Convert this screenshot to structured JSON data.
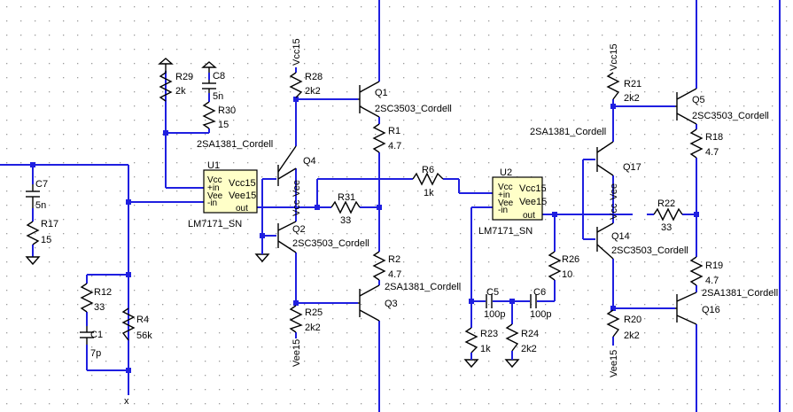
{
  "components": {
    "R29": {
      "ref": "R29",
      "value": "2k"
    },
    "C8": {
      "ref": "C8",
      "value": "5n"
    },
    "R30": {
      "ref": "R30",
      "value": "15"
    },
    "R28": {
      "ref": "R28",
      "value": "2k2"
    },
    "R1": {
      "ref": "R1",
      "value": "4.7"
    },
    "R6": {
      "ref": "R6",
      "value": "1k"
    },
    "R31": {
      "ref": "R31",
      "value": "33"
    },
    "R2": {
      "ref": "R2",
      "value": "4.7"
    },
    "R25": {
      "ref": "R25",
      "value": "2k2"
    },
    "C7": {
      "ref": "C7",
      "value": "5n"
    },
    "R17": {
      "ref": "R17",
      "value": "15"
    },
    "R12": {
      "ref": "R12",
      "value": "33"
    },
    "C1": {
      "ref": "C1",
      "value": "7p"
    },
    "R4": {
      "ref": "R4",
      "value": "56k"
    },
    "R26": {
      "ref": "R26",
      "value": "10"
    },
    "C5": {
      "ref": "C5",
      "value": "100p"
    },
    "C6": {
      "ref": "C6",
      "value": "100p"
    },
    "R23": {
      "ref": "R23",
      "value": "1k"
    },
    "R24": {
      "ref": "R24",
      "value": "2k2"
    },
    "R21": {
      "ref": "R21",
      "value": "2k2"
    },
    "R18": {
      "ref": "R18",
      "value": "4.7"
    },
    "R22": {
      "ref": "R22",
      "value": "33"
    },
    "R19": {
      "ref": "R19",
      "value": "4.7"
    },
    "R20": {
      "ref": "R20",
      "value": "2k2"
    },
    "Q1": {
      "ref": "Q1",
      "model": "2SC3503_Cordell"
    },
    "Q4": {
      "ref": "Q4",
      "model": "2SA1381_Cordell"
    },
    "Q2": {
      "ref": "Q2",
      "model": "2SC3503_Cordell"
    },
    "Q3": {
      "ref": "Q3",
      "model": "2SA1381_Cordell"
    },
    "Q5": {
      "ref": "Q5",
      "model": "2SC3503_Cordell"
    },
    "Q17": {
      "ref": "Q17",
      "model": "2SA1381_Cordell"
    },
    "Q14": {
      "ref": "Q14",
      "model": "2SC3503_Cordell"
    },
    "Q16": {
      "ref": "Q16",
      "model": "2SA1381_Cordell"
    },
    "U1": {
      "ref": "U1",
      "model": "LM7171_SN",
      "pins": [
        "Vcc",
        "+in",
        "Vee",
        "-in",
        "out"
      ],
      "supply_pos": "Vcc15",
      "supply_neg": "Vee15"
    },
    "U2": {
      "ref": "U2",
      "model": "LM7171_SN",
      "pins": [
        "Vcc",
        "+in",
        "Vee",
        "-in",
        "out"
      ],
      "supply_pos": "Vcc15",
      "supply_neg": "Vee15"
    }
  },
  "nets": {
    "vcc15_a": "Vcc15",
    "vcc15_b": "Vcc15",
    "vee15_a": "Vee15",
    "vee15_b": "Vee15",
    "vcc_a": "Vcc",
    "vee_a": "Vee",
    "vcc_b": "Vcc",
    "vee_b": "Vee",
    "x_node": "x"
  }
}
